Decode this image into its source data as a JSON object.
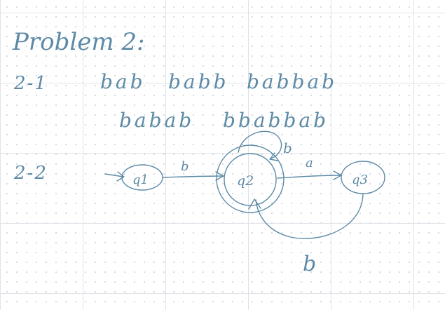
{
  "title": "Problem 2:",
  "section_1": {
    "label": "2-1",
    "strings": [
      "bab",
      "babb",
      "babbab",
      "babab",
      "bbabbab"
    ]
  },
  "section_2": {
    "label": "2-2",
    "states": [
      "q1",
      "q2",
      "q3"
    ],
    "transitions": [
      {
        "from": "q1",
        "to": "q2",
        "symbol": "b"
      },
      {
        "from": "q2",
        "to": "q2",
        "symbol": "b"
      },
      {
        "from": "q2",
        "to": "q3",
        "symbol": "a"
      },
      {
        "from": "q3",
        "to": "q2",
        "symbol": "b"
      }
    ],
    "start_state": "q1",
    "accept_state": "q2"
  },
  "ink_color": "#5d8aa6"
}
